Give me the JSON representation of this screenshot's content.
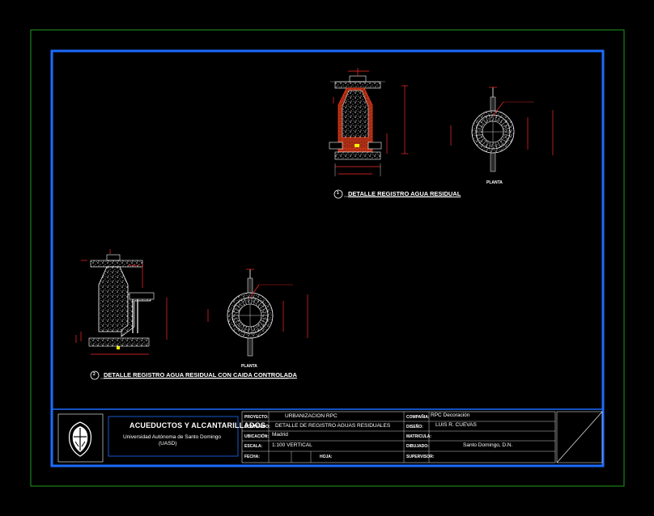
{
  "details": {
    "top_caption_number": "1",
    "top_caption": "DETALLE REGISTRO AGUA RESIDUAL",
    "top_plan_label": "PLANTA",
    "bottom_caption_number": "2",
    "bottom_caption": "DETALLE REGISTRO AGUA RESIDUAL CON CAIDA CONTROLADA",
    "bottom_plan_label": "PLANTA"
  },
  "title_block": {
    "company_title": "ACUEDUCTOS Y ALCANTARILLADOS",
    "institution_line1": "Universidad Autónoma de Santo Domingo",
    "institution_line2": "(UASD)",
    "proyecto_label": "PROYECTO:",
    "proyecto_value": "URBANIZACION RPC",
    "contenido_label": "CONTENIDO:",
    "contenido_value": "DETALLE DE REGISTRO AGUAS RESIDUALES",
    "ubicacion_label": "UBICACIÓN:",
    "ubicacion_value": "Madrid",
    "escala_label": "ESCALA:",
    "escala_value": "1:100 VERTICAL",
    "fecha_label": "FECHA:",
    "hoja_label": "HOJA:",
    "compania_label": "COMPAÑIA:",
    "compania_value": "RPC Decoración",
    "diseno_label": "DISEÑO:",
    "diseno_value": "LUIS R. CUEVAS",
    "matricula_label": "MATRICULA:",
    "dibujado_label": "DIBUJADO:",
    "dibujado_value": "Santo Domingo, D.N.",
    "supervisor_label": "SUPERVISOR:"
  },
  "colors": {
    "outer_frame": "#1f9a1f",
    "inner_frame": "#1c6cff",
    "lines": "#ffffff",
    "dimension": "#ff2a2a",
    "brick": "#d83a1a",
    "accent_blue": "#2f6dff"
  }
}
